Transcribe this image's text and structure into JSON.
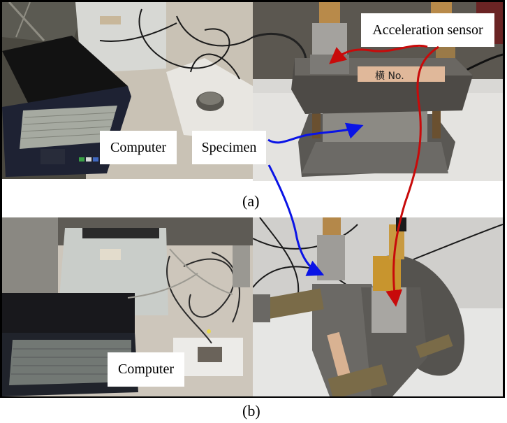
{
  "figure": {
    "panels": [
      {
        "id": "a",
        "caption": "(a)",
        "labels": {
          "computer": "Computer",
          "specimen": "Specimen",
          "sensor": "Acceleration sensor"
        }
      },
      {
        "id": "b",
        "caption": "(b)",
        "labels": {
          "computer": "Computer"
        }
      }
    ],
    "arrow_colors": {
      "specimen": "#0a14e6",
      "sensor": "#c80a0a"
    },
    "photo_descriptions": {
      "a_left": "laptop and data acquisition unit with cables connected to specimen on desk",
      "a_right": "close-up of steel specimen clamp with acceleration sensor on top plate",
      "b_left": "laptop and data acquisition unit with cables to specimen fixture on foam",
      "b_right": "close-up of steel fixture with brass bolts and acceleration sensor mounted on side"
    }
  }
}
